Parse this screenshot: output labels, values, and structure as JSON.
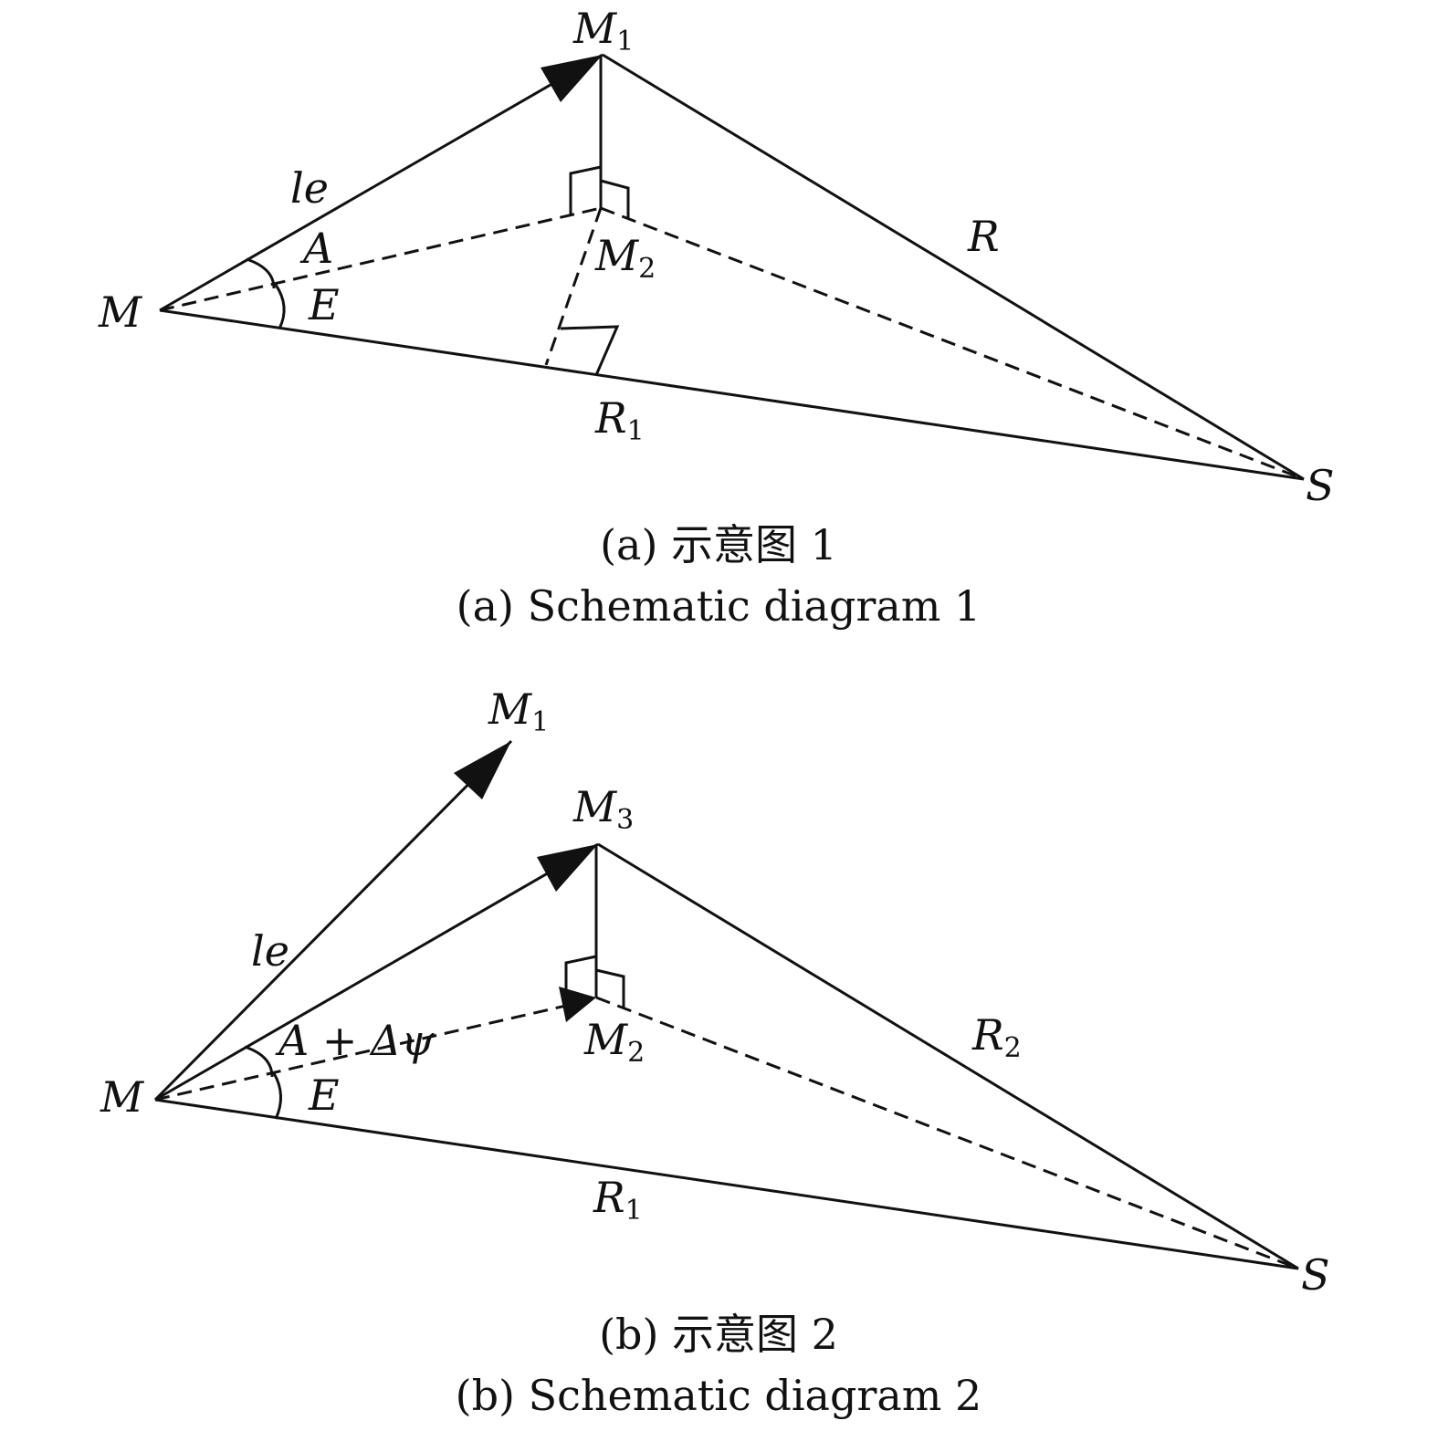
{
  "diagram_a": {
    "labels": {
      "M1": "M",
      "M1_sub": "1",
      "le": "le",
      "A": "A",
      "E": "E",
      "M": "M",
      "M2": "M",
      "M2_sub": "2",
      "R": "R",
      "R1": "R",
      "R1_sub": "1",
      "S": "S"
    },
    "caption_cn": "(a) 示意图 1",
    "caption_en": "(a) Schematic diagram 1"
  },
  "diagram_b": {
    "labels": {
      "M1": "M",
      "M1_sub": "1",
      "M3": "M",
      "M3_sub": "3",
      "le": "le",
      "A_dpsi": "A + Δψ",
      "E": "E",
      "M": "M",
      "M2": "M",
      "M2_sub": "2",
      "R2": "R",
      "R2_sub": "2",
      "R1": "R",
      "R1_sub": "1",
      "S": "S"
    },
    "caption_cn": "(b) 示意图 2",
    "caption_en": "(b) Schematic diagram 2"
  },
  "colors": {
    "ink": "#111111",
    "background": "#ffffff"
  }
}
